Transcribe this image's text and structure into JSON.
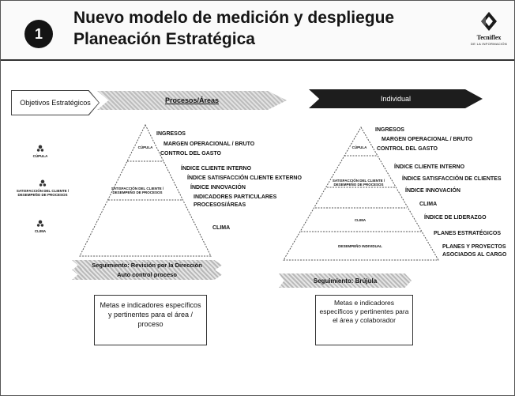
{
  "header": {
    "number": "1",
    "title_line1": "Nuevo modelo de medición y despliegue",
    "title_line2": "Planeación Estratégica",
    "logo_text": "Tecniflex",
    "logo_sub": "DE LA INFORMACIÓN"
  },
  "chevrons": {
    "objetivos": "Objetivos Estratégicos",
    "procesos": "Procesos/Áreas",
    "individual": "Individual"
  },
  "left_column": [
    {
      "label": "CÚPULA"
    },
    {
      "label": "SATISFACCIÓN DEL CLIENTE / DESEMPEÑO DE PROCESOS"
    },
    {
      "label": "CLIMA"
    }
  ],
  "left_pyramid": {
    "tiers": [
      "CÚPULA",
      "SATISFACCIÓN DEL CLIENTE / DESEMPEÑO DE PROCESOS",
      ""
    ],
    "indicators": [
      "INGRESOS",
      "MARGEN OPERACIONAL / BRUTO",
      "CONTROL DEL GASTO",
      "ÍNDICE CLIENTE INTERNO",
      "ÍNDICE SATISFACCIÓN CLIENTE EXTERNO",
      "ÍNDICE INNOVACIÓN",
      "INDICADORES PARTICULARES",
      "PROCESOS/ÁREAS",
      "CLIMA"
    ],
    "banner_line1": "Seguimiento: Revisión por la Dirección",
    "banner_line2": "Auto control proceso"
  },
  "right_pyramid": {
    "tiers": [
      "CÚPULA",
      "SATISFACCIÓN DEL CLIENTE / DESEMPEÑO DE PROCESOS",
      "CLIMA",
      "DESEMPEÑO INDIVIDUAL"
    ],
    "indicators": [
      "INGRESOS",
      "MARGEN OPERACIONAL / BRUTO",
      "CONTROL DEL GASTO",
      "ÍNDICE CLIENTE INTERNO",
      "ÍNDICE SATISFACCIÓN DE CLIENTES",
      "ÍNDICE INNOVACIÓN",
      "CLIMA",
      "ÍNDICE DE LIDERAZGO",
      "PLANES ESTRATÉGICOS",
      "PLANES Y PROYECTOS",
      "ASOCIADOS AL CARGO"
    ],
    "banner": "Seguimiento: Brújula"
  },
  "boxes": {
    "left": "Metas e indicadores específicos y pertinentes para el área / proceso",
    "right": "Metas e indicadores específicos y pertinentes para el área y colaborador"
  }
}
